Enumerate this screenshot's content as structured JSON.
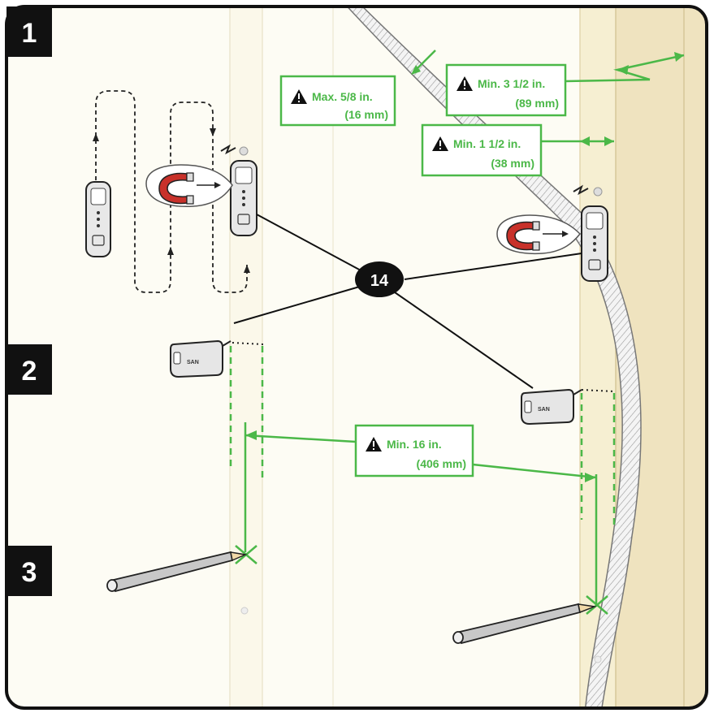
{
  "colors": {
    "accent_green": "#4bb848",
    "frame": "#111111",
    "wall_light": "#fdfcf4",
    "stud": "#f7f1dc",
    "wood": "#efe3bf",
    "black": "#111111"
  },
  "steps": [
    {
      "number": "1"
    },
    {
      "number": "2"
    },
    {
      "number": "3"
    }
  ],
  "callout": {
    "number": "14"
  },
  "labels": {
    "max_gap": {
      "line1": "Max. 5/8 in.",
      "line2": "(16 mm)",
      "icon": "warning-icon"
    },
    "min_3_5": {
      "line1": "Min. 3 1/2 in.",
      "line2": "(89 mm)",
      "icon": "warning-icon"
    },
    "min_1_5": {
      "line1": "Min. 1 1/2 in.",
      "line2": "(38 mm)",
      "icon": "warning-icon"
    },
    "min_16": {
      "line1": "Min. 16 in.",
      "line2": "(406 mm)",
      "icon": "warning-icon"
    }
  },
  "sensor_text": "SAN"
}
